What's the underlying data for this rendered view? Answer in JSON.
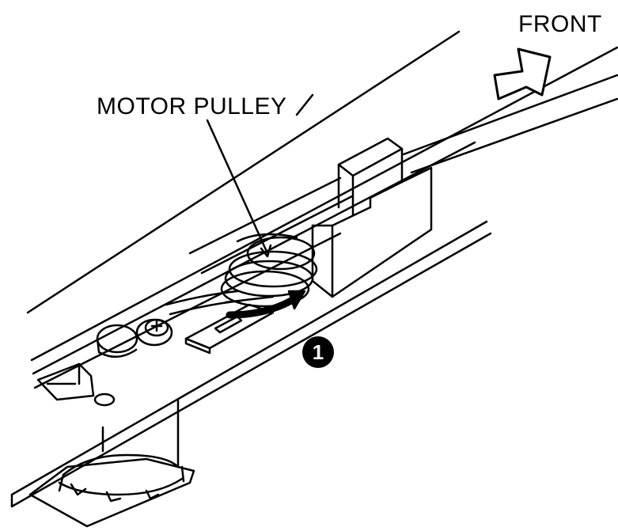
{
  "labels": {
    "front": "FRONT",
    "motor_pulley": "MOTOR PULLEY",
    "callout_number": "1"
  },
  "colors": {
    "ink": "#000000",
    "paper": "#ffffff"
  }
}
